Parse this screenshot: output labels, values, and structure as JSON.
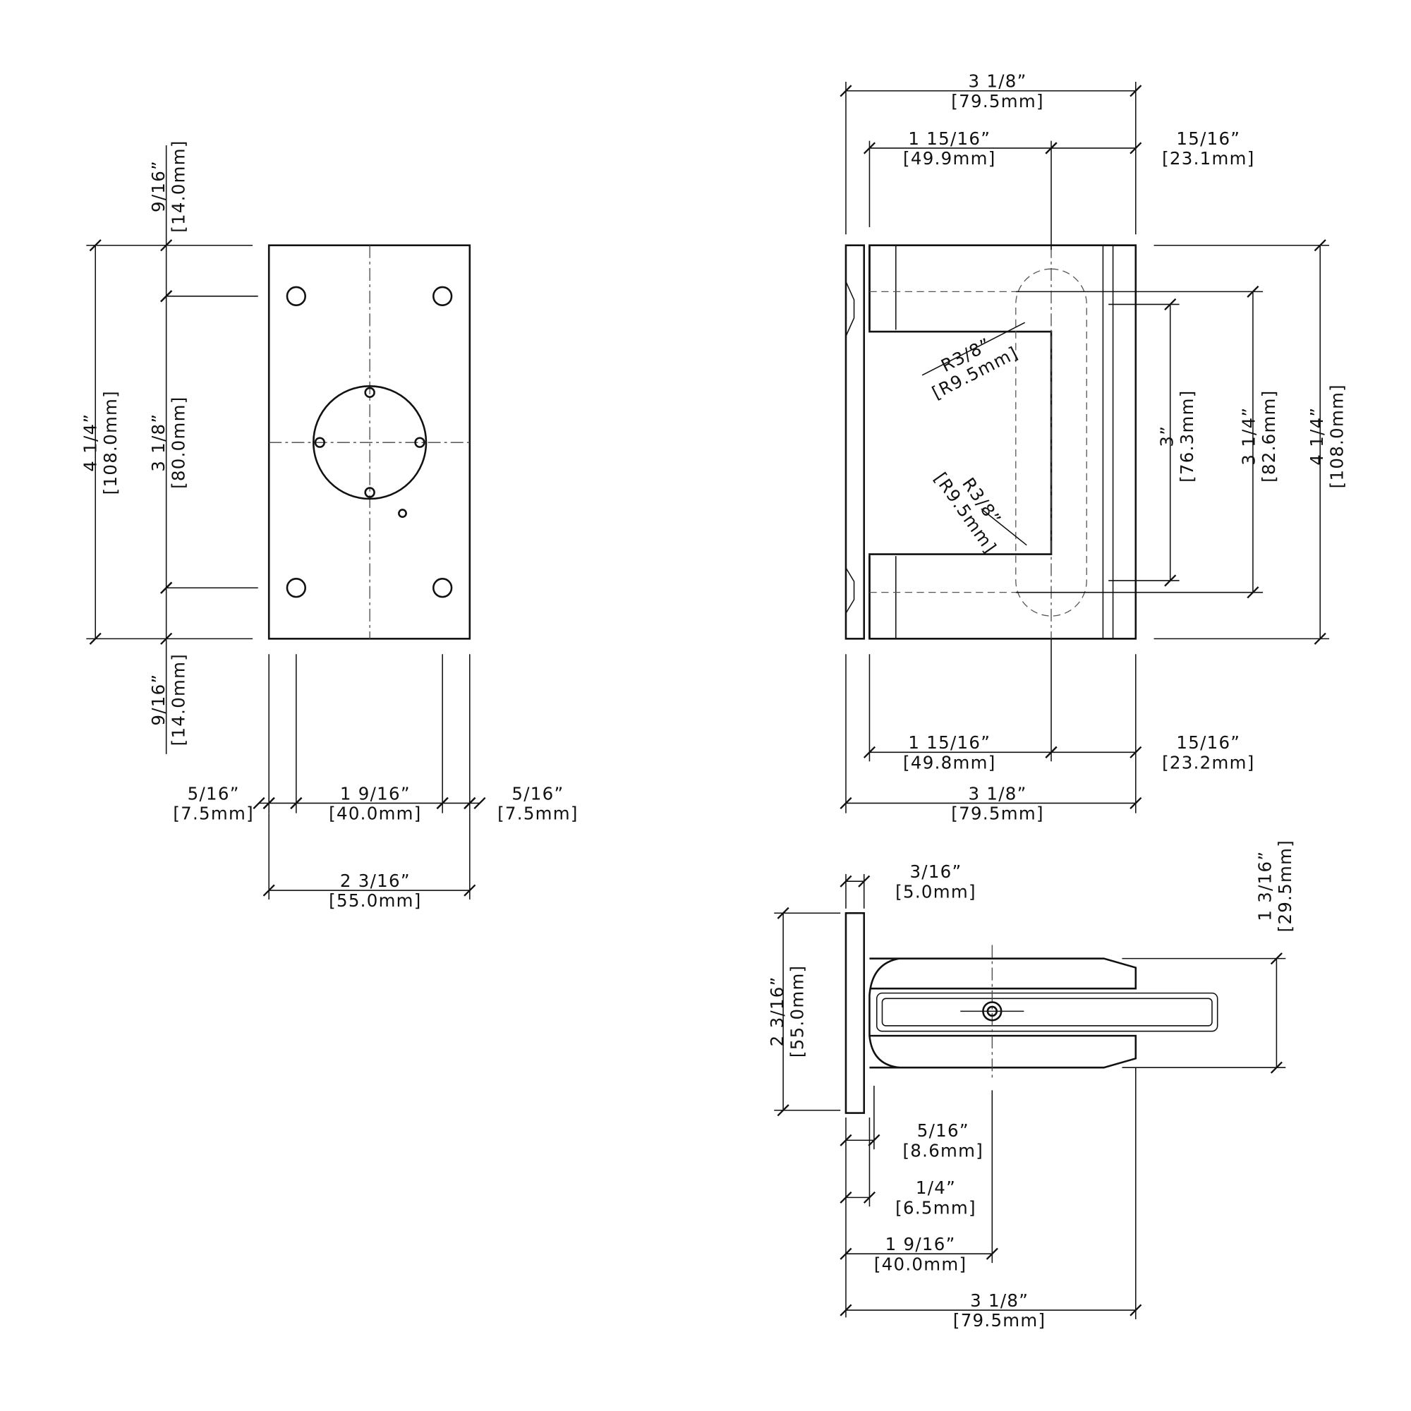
{
  "front_view": {
    "dims": {
      "overall_height": {
        "inch": "4 1/4”",
        "mm": "[108.0mm]"
      },
      "top_offset": {
        "inch": "9/16”",
        "mm": "[14.0mm]"
      },
      "hole_spacing_vertical": {
        "inch": "3 1/8”",
        "mm": "[80.0mm]"
      },
      "bottom_offset": {
        "inch": "9/16”",
        "mm": "[14.0mm]"
      },
      "left_offset": {
        "inch": "5/16”",
        "mm": "[7.5mm]"
      },
      "hole_spacing_horizontal": {
        "inch": "1 9/16”",
        "mm": "[40.0mm]"
      },
      "right_offset": {
        "inch": "5/16”",
        "mm": "[7.5mm]"
      },
      "overall_width": {
        "inch": "2 3/16”",
        "mm": "[55.0mm]"
      }
    }
  },
  "top_view": {
    "dims": {
      "overall_width_top": {
        "inch": "3 1/8”",
        "mm": "[79.5mm]"
      },
      "left_section_top": {
        "inch": "1 15/16”",
        "mm": "[49.9mm]"
      },
      "right_section_top": {
        "inch": "15/16”",
        "mm": "[23.1mm]"
      },
      "overall_height": {
        "inch": "4 1/4”",
        "mm": "[108.0mm]"
      },
      "slot_outer": {
        "inch": "3 1/4”",
        "mm": "[82.6mm]"
      },
      "slot_inner": {
        "inch": "3”",
        "mm": "[76.3mm]"
      },
      "left_section_bottom": {
        "inch": "1 15/16”",
        "mm": "[49.8mm]"
      },
      "right_section_bottom": {
        "inch": "15/16”",
        "mm": "[23.2mm]"
      },
      "overall_width_bottom": {
        "inch": "3 1/8”",
        "mm": "[79.5mm]"
      },
      "radius_top": {
        "inch": "R3/8”",
        "mm": "[R9.5mm]"
      },
      "radius_bottom": {
        "inch": "R3/8”",
        "mm": "[R9.5mm]"
      }
    }
  },
  "side_view": {
    "dims": {
      "plate_thickness": {
        "inch": "3/16”",
        "mm": "[5.0mm]"
      },
      "plate_height": {
        "inch": "2 3/16”",
        "mm": "[55.0mm]"
      },
      "clamp_height": {
        "inch": "1 3/16”",
        "mm": "[29.5mm]"
      },
      "offset_a": {
        "inch": "5/16”",
        "mm": "[8.6mm]"
      },
      "offset_b": {
        "inch": "1/4”",
        "mm": "[6.5mm]"
      },
      "screw_offset": {
        "inch": "1 9/16”",
        "mm": "[40.0mm]"
      },
      "overall_depth": {
        "inch": "3 1/8”",
        "mm": "[79.5mm]"
      }
    }
  }
}
